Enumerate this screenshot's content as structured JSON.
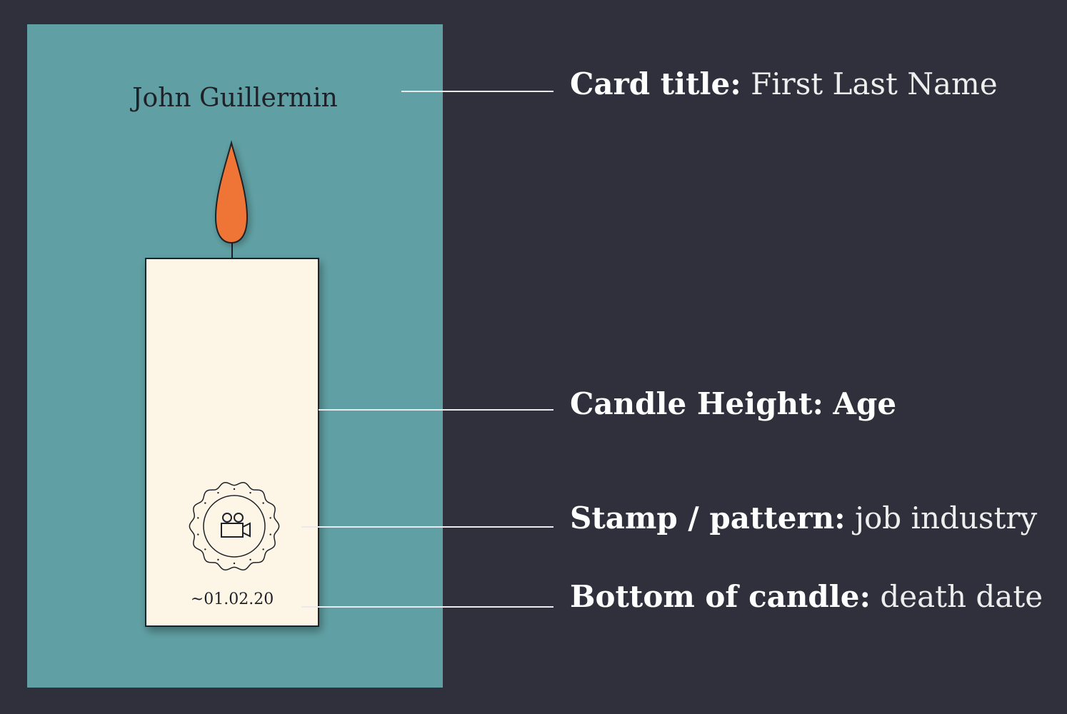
{
  "card": {
    "title": "John Guillermin",
    "death_date": "~01.02.20",
    "stamp_icon": "film-camera-icon",
    "colors": {
      "card_bg": "#60a0a4",
      "candle": "#fdf5e6",
      "flame": "#ee7434",
      "ink": "#1e2228"
    }
  },
  "annotations": [
    {
      "key": "Card title:",
      "value": "First Last Name",
      "key_color": "#ffffff",
      "value_color": "#eeeeee"
    },
    {
      "key": "Candle Height:",
      "value": "Age",
      "key_color": "#ffffff",
      "value_color": "#ffffff"
    },
    {
      "key": "Stamp / pattern:",
      "value": "job industry",
      "key_color": "#ffffff",
      "value_color": "#eeeeee"
    },
    {
      "key": "Bottom of candle:",
      "value": "death date",
      "key_color": "#ffffff",
      "value_color": "#eeeeee"
    }
  ],
  "colors": {
    "background": "#2f303c",
    "connector": "#e9eaee"
  }
}
